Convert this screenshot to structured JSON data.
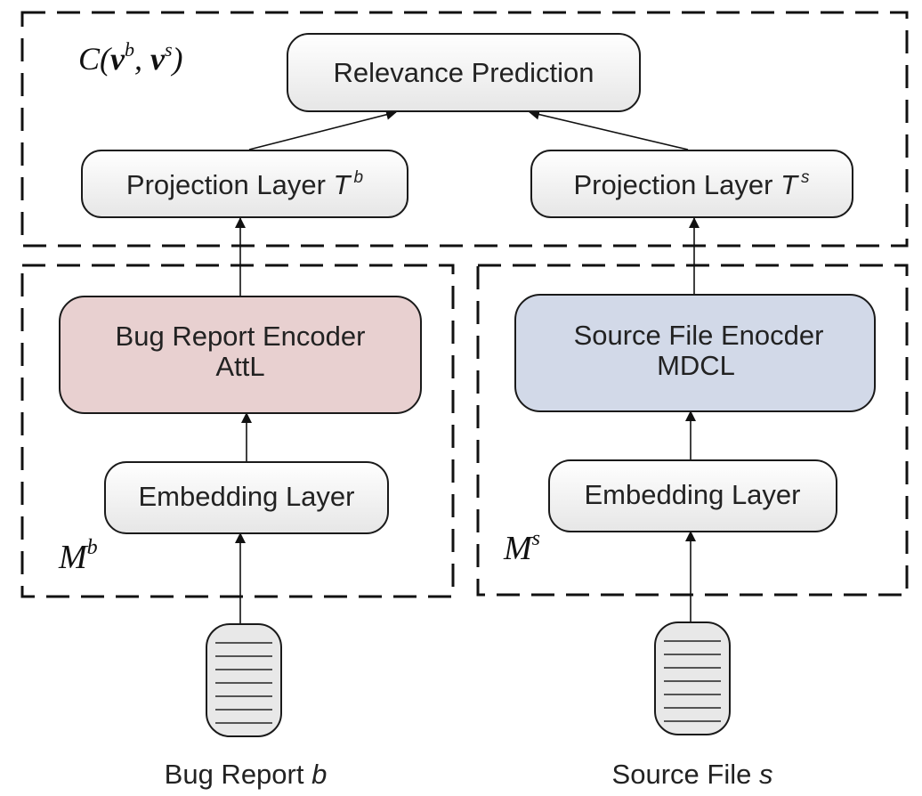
{
  "regions": {
    "scoring": {
      "label": "C",
      "open": "(",
      "vb": "v",
      "vb_sup": "b",
      "sep": ", ",
      "vs": "v",
      "vs_sup": "s",
      "close": ")"
    },
    "bug_module": {
      "label": "M",
      "sup": "b"
    },
    "source_module": {
      "label": "M",
      "sup": "s"
    }
  },
  "nodes": {
    "relevance_prediction": "Relevance Prediction",
    "projection_layer_bug": {
      "text": "Projection Layer ",
      "symbol": "T",
      "sup": "b"
    },
    "projection_layer_source": {
      "text": "Projection Layer ",
      "symbol": "T",
      "sup": "s"
    },
    "bug_encoder": {
      "line1": "Bug Report Encoder",
      "line2": "AttL",
      "color": "#e8d0d0"
    },
    "source_encoder": {
      "line1": "Source File Enocder",
      "line2": "MDCL",
      "color": "#d2d9e8"
    },
    "embedding_layer_bug": "Embedding Layer",
    "embedding_layer_source": "Embedding Layer"
  },
  "inputs": {
    "bug_report": {
      "text": "Bug Report ",
      "symbol": "b"
    },
    "source_file": {
      "text": "Source File ",
      "symbol": "s"
    }
  },
  "colors": {
    "box_fill_top": "#ffffff",
    "box_fill_bottom": "#e6e6e6",
    "document_fill": "#e8e8e8"
  }
}
